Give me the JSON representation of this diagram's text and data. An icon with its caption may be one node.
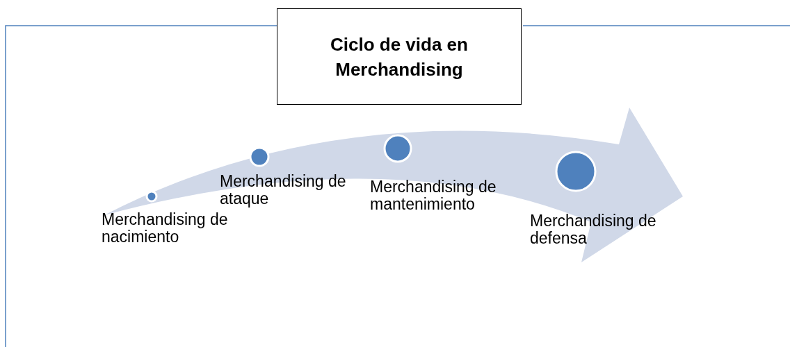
{
  "diagram": {
    "title": "Ciclo de vida en Merchandising",
    "nodes": [
      {
        "text": [],
        "shape": "circle",
        "beside": [
          "Merchandising de nacimiento"
        ]
      },
      {
        "text": [],
        "shape": "circle",
        "beside": [
          "Merchandising de ataque"
        ]
      },
      {
        "text": [],
        "shape": "circle",
        "beside": [
          "Merchandising de mantenimiento"
        ]
      },
      {
        "text": [],
        "shape": "circle",
        "beside": [
          "Merchandising de defensa"
        ]
      }
    ],
    "edges": []
  }
}
